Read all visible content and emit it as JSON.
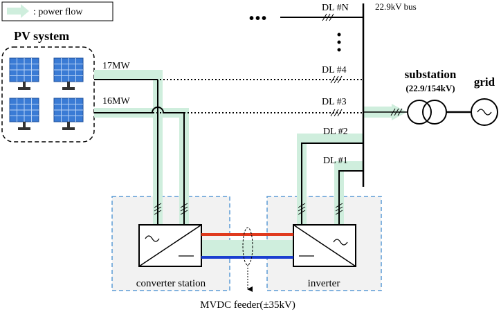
{
  "legend": {
    "label": ": power flow"
  },
  "pv": {
    "title": "PV system",
    "line_upper": "17MW",
    "line_lower": "16MW"
  },
  "bus": {
    "label": "22.9kV bus",
    "ellipsis": "•••"
  },
  "lines": {
    "dln": "DL #N",
    "dl4": "DL #4",
    "dl3": "DL #3",
    "dl2": "DL #2",
    "dl1": "DL #1"
  },
  "substation": {
    "title": "substation",
    "rating": "(22.9/154kV)"
  },
  "grid": {
    "label": "grid"
  },
  "stations": {
    "converter": "converter  station",
    "inverter": "inverter"
  },
  "feeder": {
    "label": "MVDC feeder(±35kV)"
  },
  "colors": {
    "flow": "#cfeedd",
    "dc_positive": "#e03a1e",
    "dc_negative": "#1a3fd0",
    "panel": "#3a7bd5",
    "station_border": "#5b9bd5",
    "station_fill": "#f2f2f2"
  }
}
